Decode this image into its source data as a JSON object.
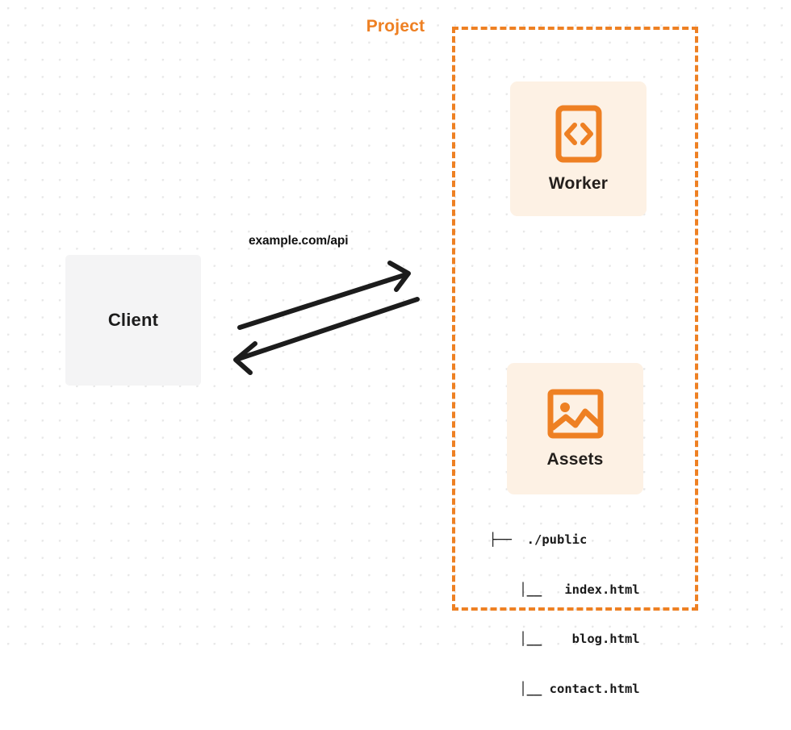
{
  "diagram": {
    "title": "Project",
    "colors": {
      "accent": "#ee8023",
      "card_background": "#fdf1e4",
      "client_background": "#f4f4f5",
      "text": "#1c1c1c",
      "arrow": "#1c1c1c",
      "grid_dot": "#e8e8e8"
    },
    "client": {
      "label": "Client",
      "icon": "none"
    },
    "connection": {
      "label": "example.com/api",
      "request_arrow": "arrow-right-up",
      "response_arrow": "arrow-left-down"
    },
    "project": {
      "label": "Project",
      "nodes": [
        {
          "id": "worker",
          "label": "Worker",
          "icon": "code-brackets-icon"
        },
        {
          "id": "assets",
          "label": "Assets",
          "icon": "image-icon"
        }
      ],
      "file_tree": [
        {
          "prefix": "├──  ",
          "name": "./public"
        },
        {
          "prefix": "   │__ ",
          "name": "index.html"
        },
        {
          "prefix": "   │__ ",
          "name": "blog.html"
        },
        {
          "prefix": "   │__ ",
          "name": "contact.html"
        }
      ],
      "file_tree_lines": [
        "├──  ./public",
        "    │__   index.html",
        "    │__    blog.html",
        "    │__ contact.html"
      ]
    }
  }
}
